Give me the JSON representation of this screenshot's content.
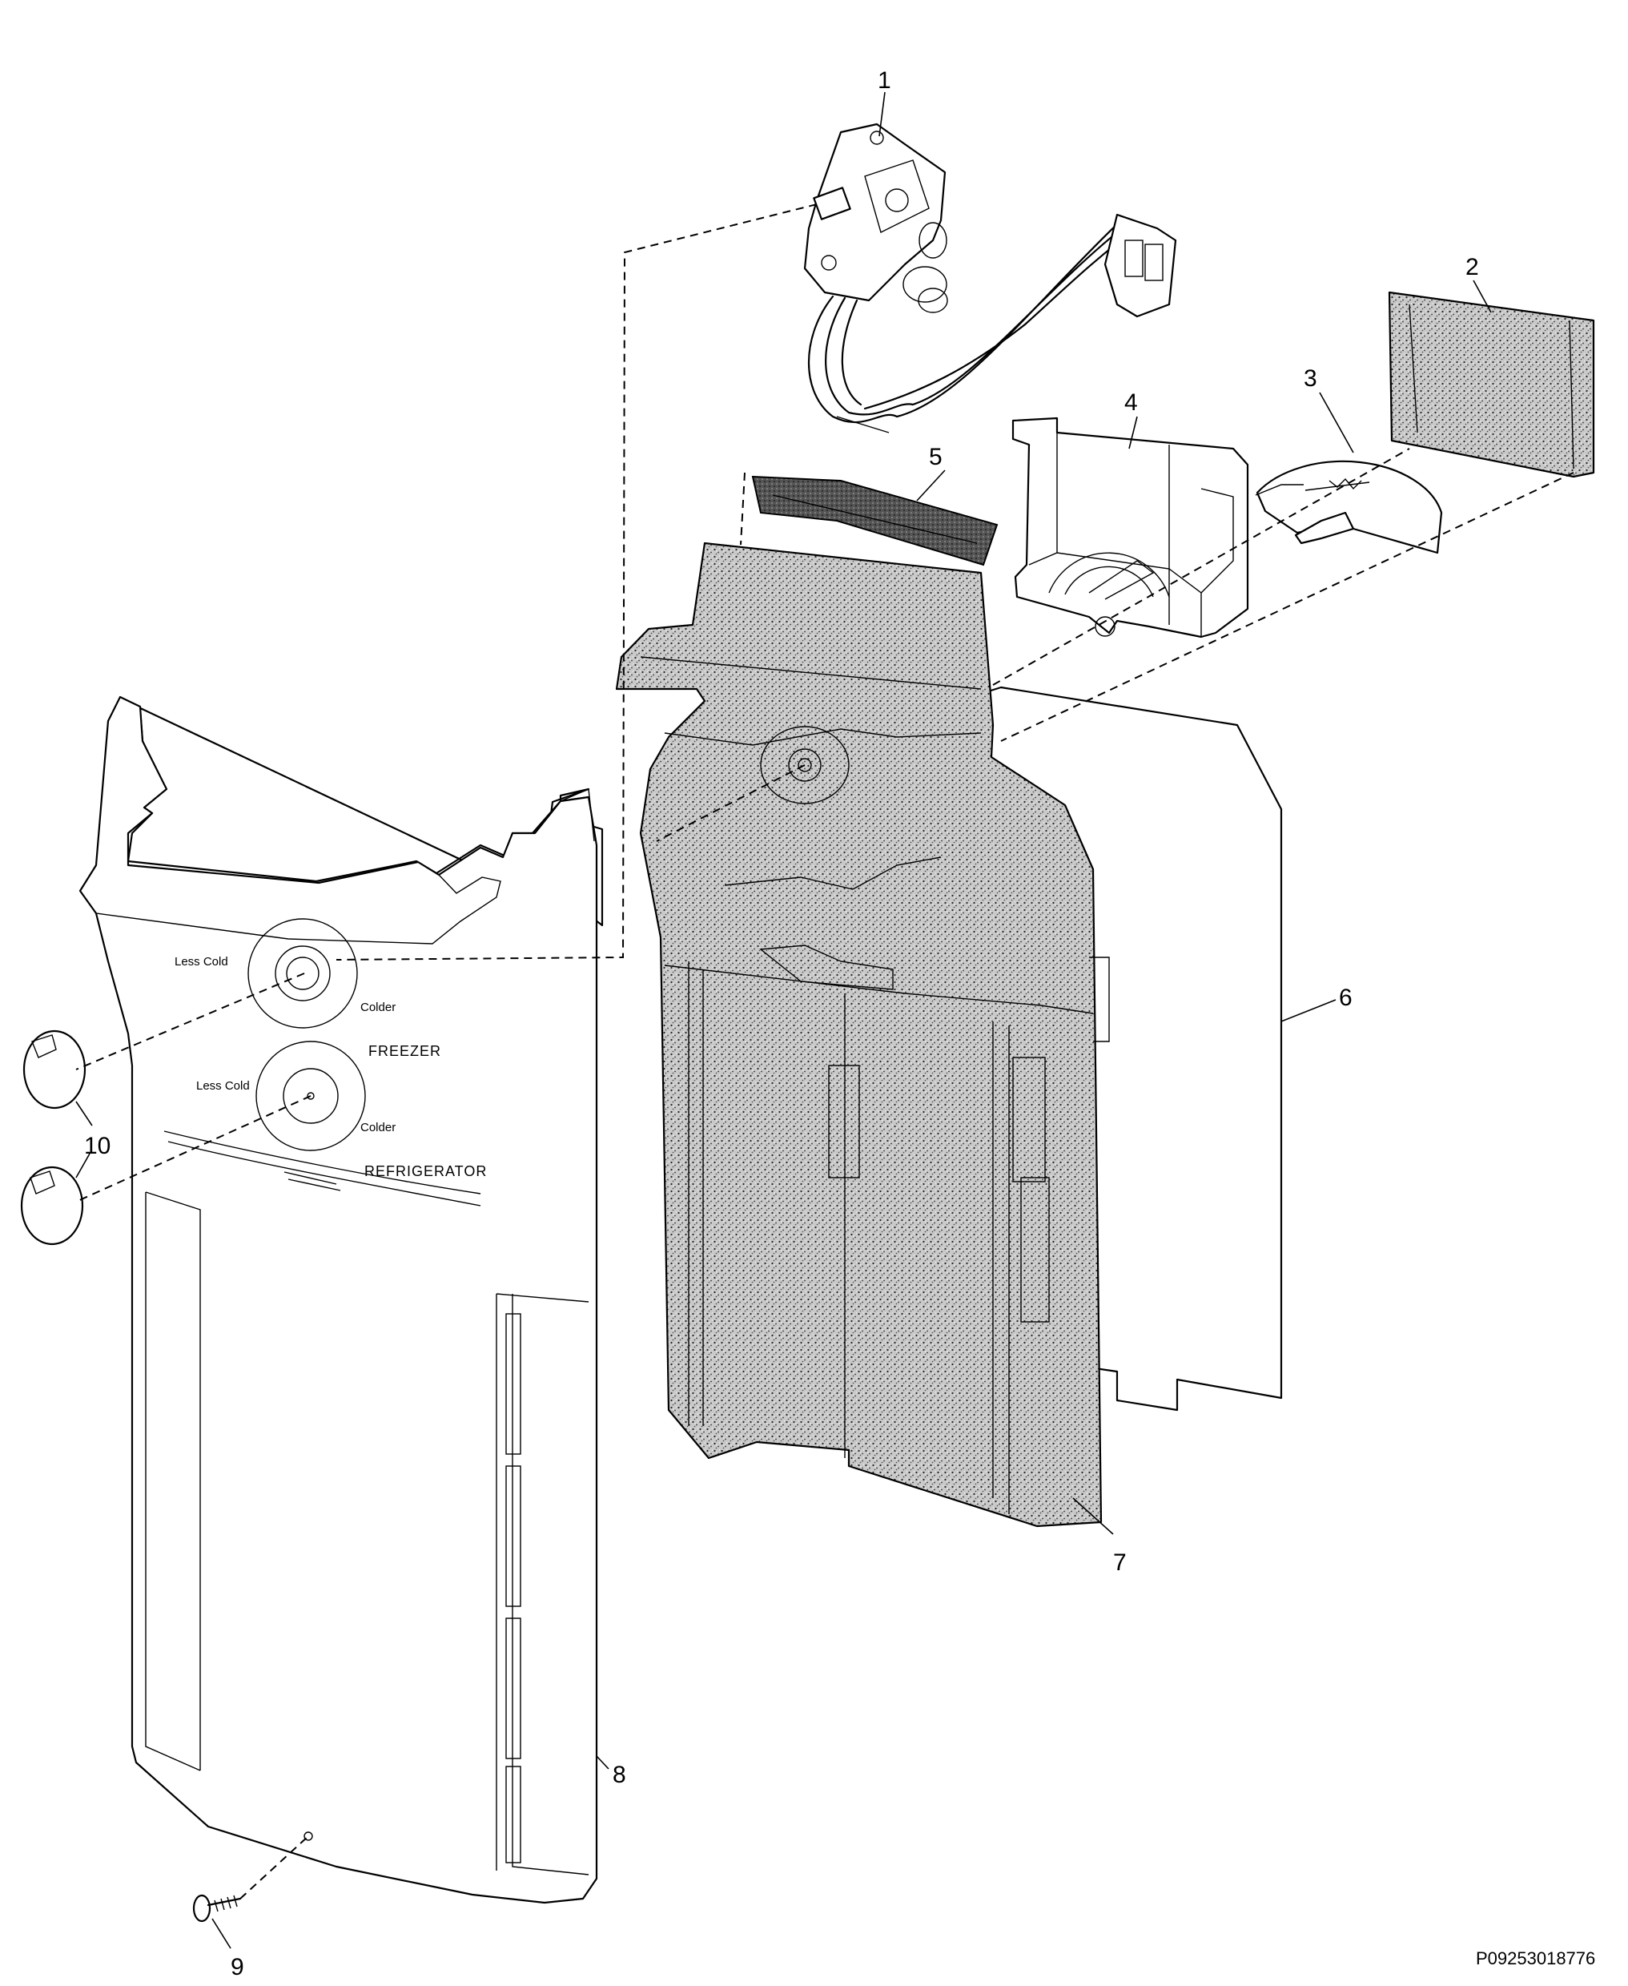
{
  "figure_code": "P09253018776",
  "callouts": {
    "c1": "1",
    "c2": "2",
    "c3": "3",
    "c4": "4",
    "c5": "5",
    "c6": "6",
    "c7": "7",
    "c8": "8",
    "c9": "9",
    "c10": "10"
  },
  "panel": {
    "freezer": {
      "less_cold": "Less Cold",
      "colder": "Colder",
      "label": "FREEZER"
    },
    "refrigerator": {
      "less_cold": "Less Cold",
      "colder": "Colder",
      "label": "REFRIGERATOR"
    }
  }
}
